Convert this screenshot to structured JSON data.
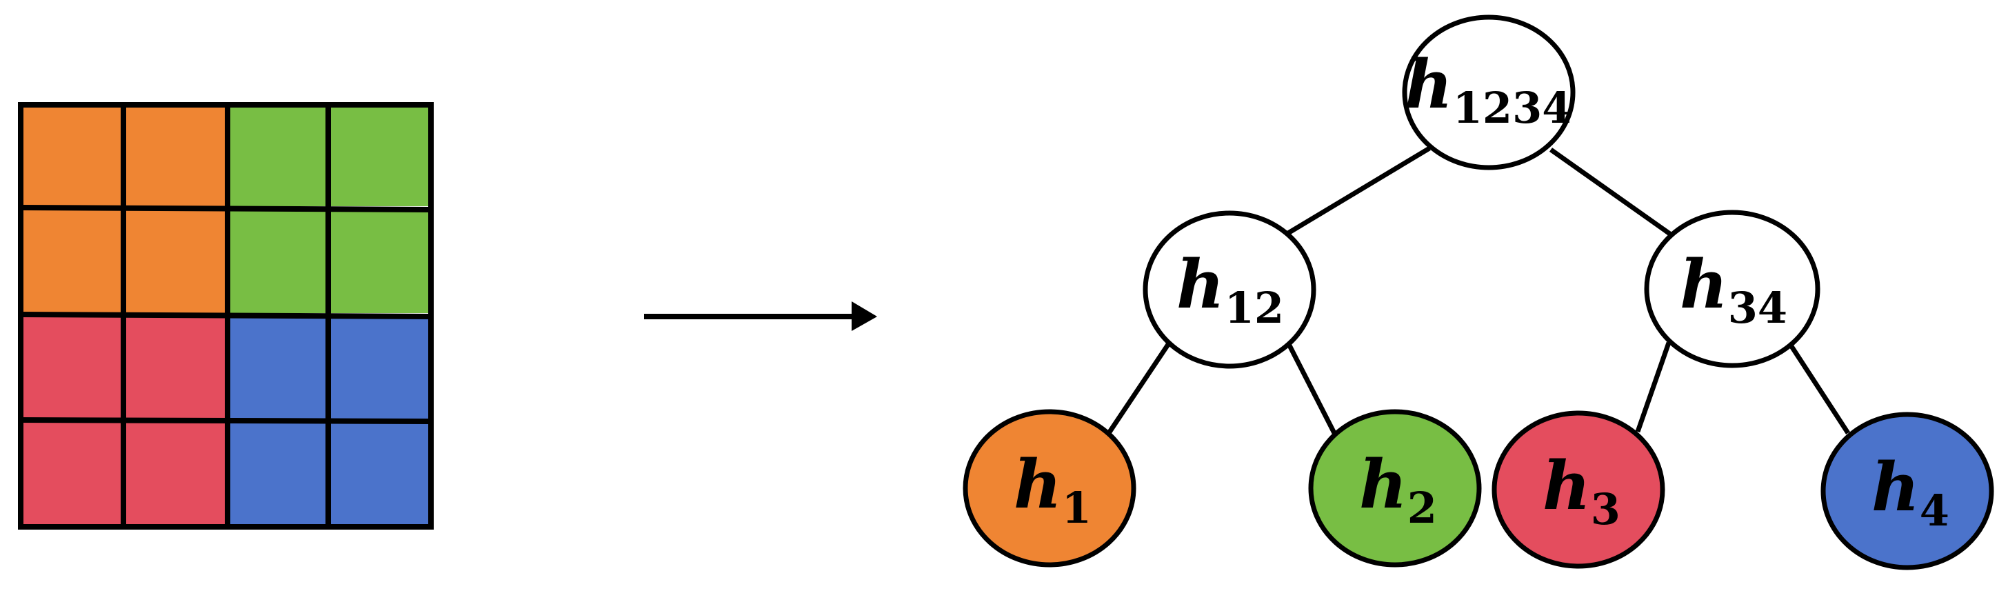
{
  "colors": {
    "orange": "#EF8533",
    "green": "#78BE44",
    "red": "#E44D5E",
    "blue": "#4B73CB",
    "outline": "#000000",
    "internal_fill": "#FFFFFF"
  },
  "grid": {
    "rows": 4,
    "cols": 4,
    "cells": [
      [
        "orange",
        "orange",
        "green",
        "green"
      ],
      [
        "orange",
        "orange",
        "green",
        "green"
      ],
      [
        "red",
        "red",
        "blue",
        "blue"
      ],
      [
        "red",
        "red",
        "blue",
        "blue"
      ]
    ]
  },
  "arrow": {
    "icon": "right-arrow-icon"
  },
  "tree": {
    "root": {
      "base": "h",
      "sub": "1234",
      "fill": "internal_fill"
    },
    "level1": [
      {
        "base": "h",
        "sub": "12",
        "fill": "internal_fill"
      },
      {
        "base": "h",
        "sub": "34",
        "fill": "internal_fill"
      }
    ],
    "leaves": [
      {
        "base": "h",
        "sub": "1",
        "fill": "orange"
      },
      {
        "base": "h",
        "sub": "2",
        "fill": "green"
      },
      {
        "base": "h",
        "sub": "3",
        "fill": "red"
      },
      {
        "base": "h",
        "sub": "4",
        "fill": "blue"
      }
    ]
  }
}
